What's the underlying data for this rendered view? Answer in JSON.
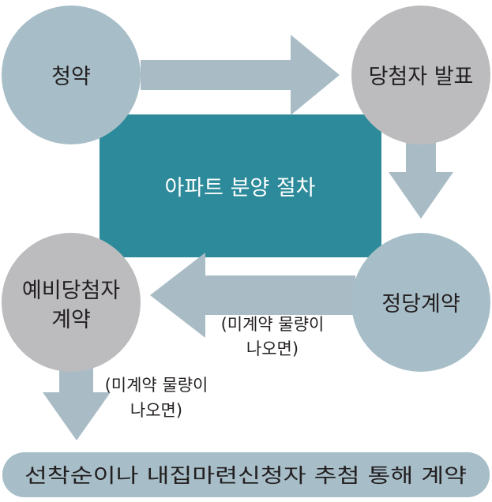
{
  "title": "아파트 분양 절차",
  "nodes": {
    "apply": "청약",
    "announce": "당첨자 발표",
    "contract": "정당계약",
    "reserve_line1": "예비당첨자",
    "reserve_line2": "계약"
  },
  "notes": {
    "right_line1": "(미계약 물량이",
    "right_line2": "나오면)",
    "left_line1": "(미계약 물량이",
    "left_line2": "나오면)"
  },
  "final_step": "선착순이나 내집마련신청자 추첨 통해 계약",
  "colors": {
    "teal_box": "#2c8a9a",
    "blue_circle": "#a7bec8",
    "gray_circle": "#bcbcbf",
    "arrow": "#a9bcc6",
    "text": "#231f20"
  }
}
